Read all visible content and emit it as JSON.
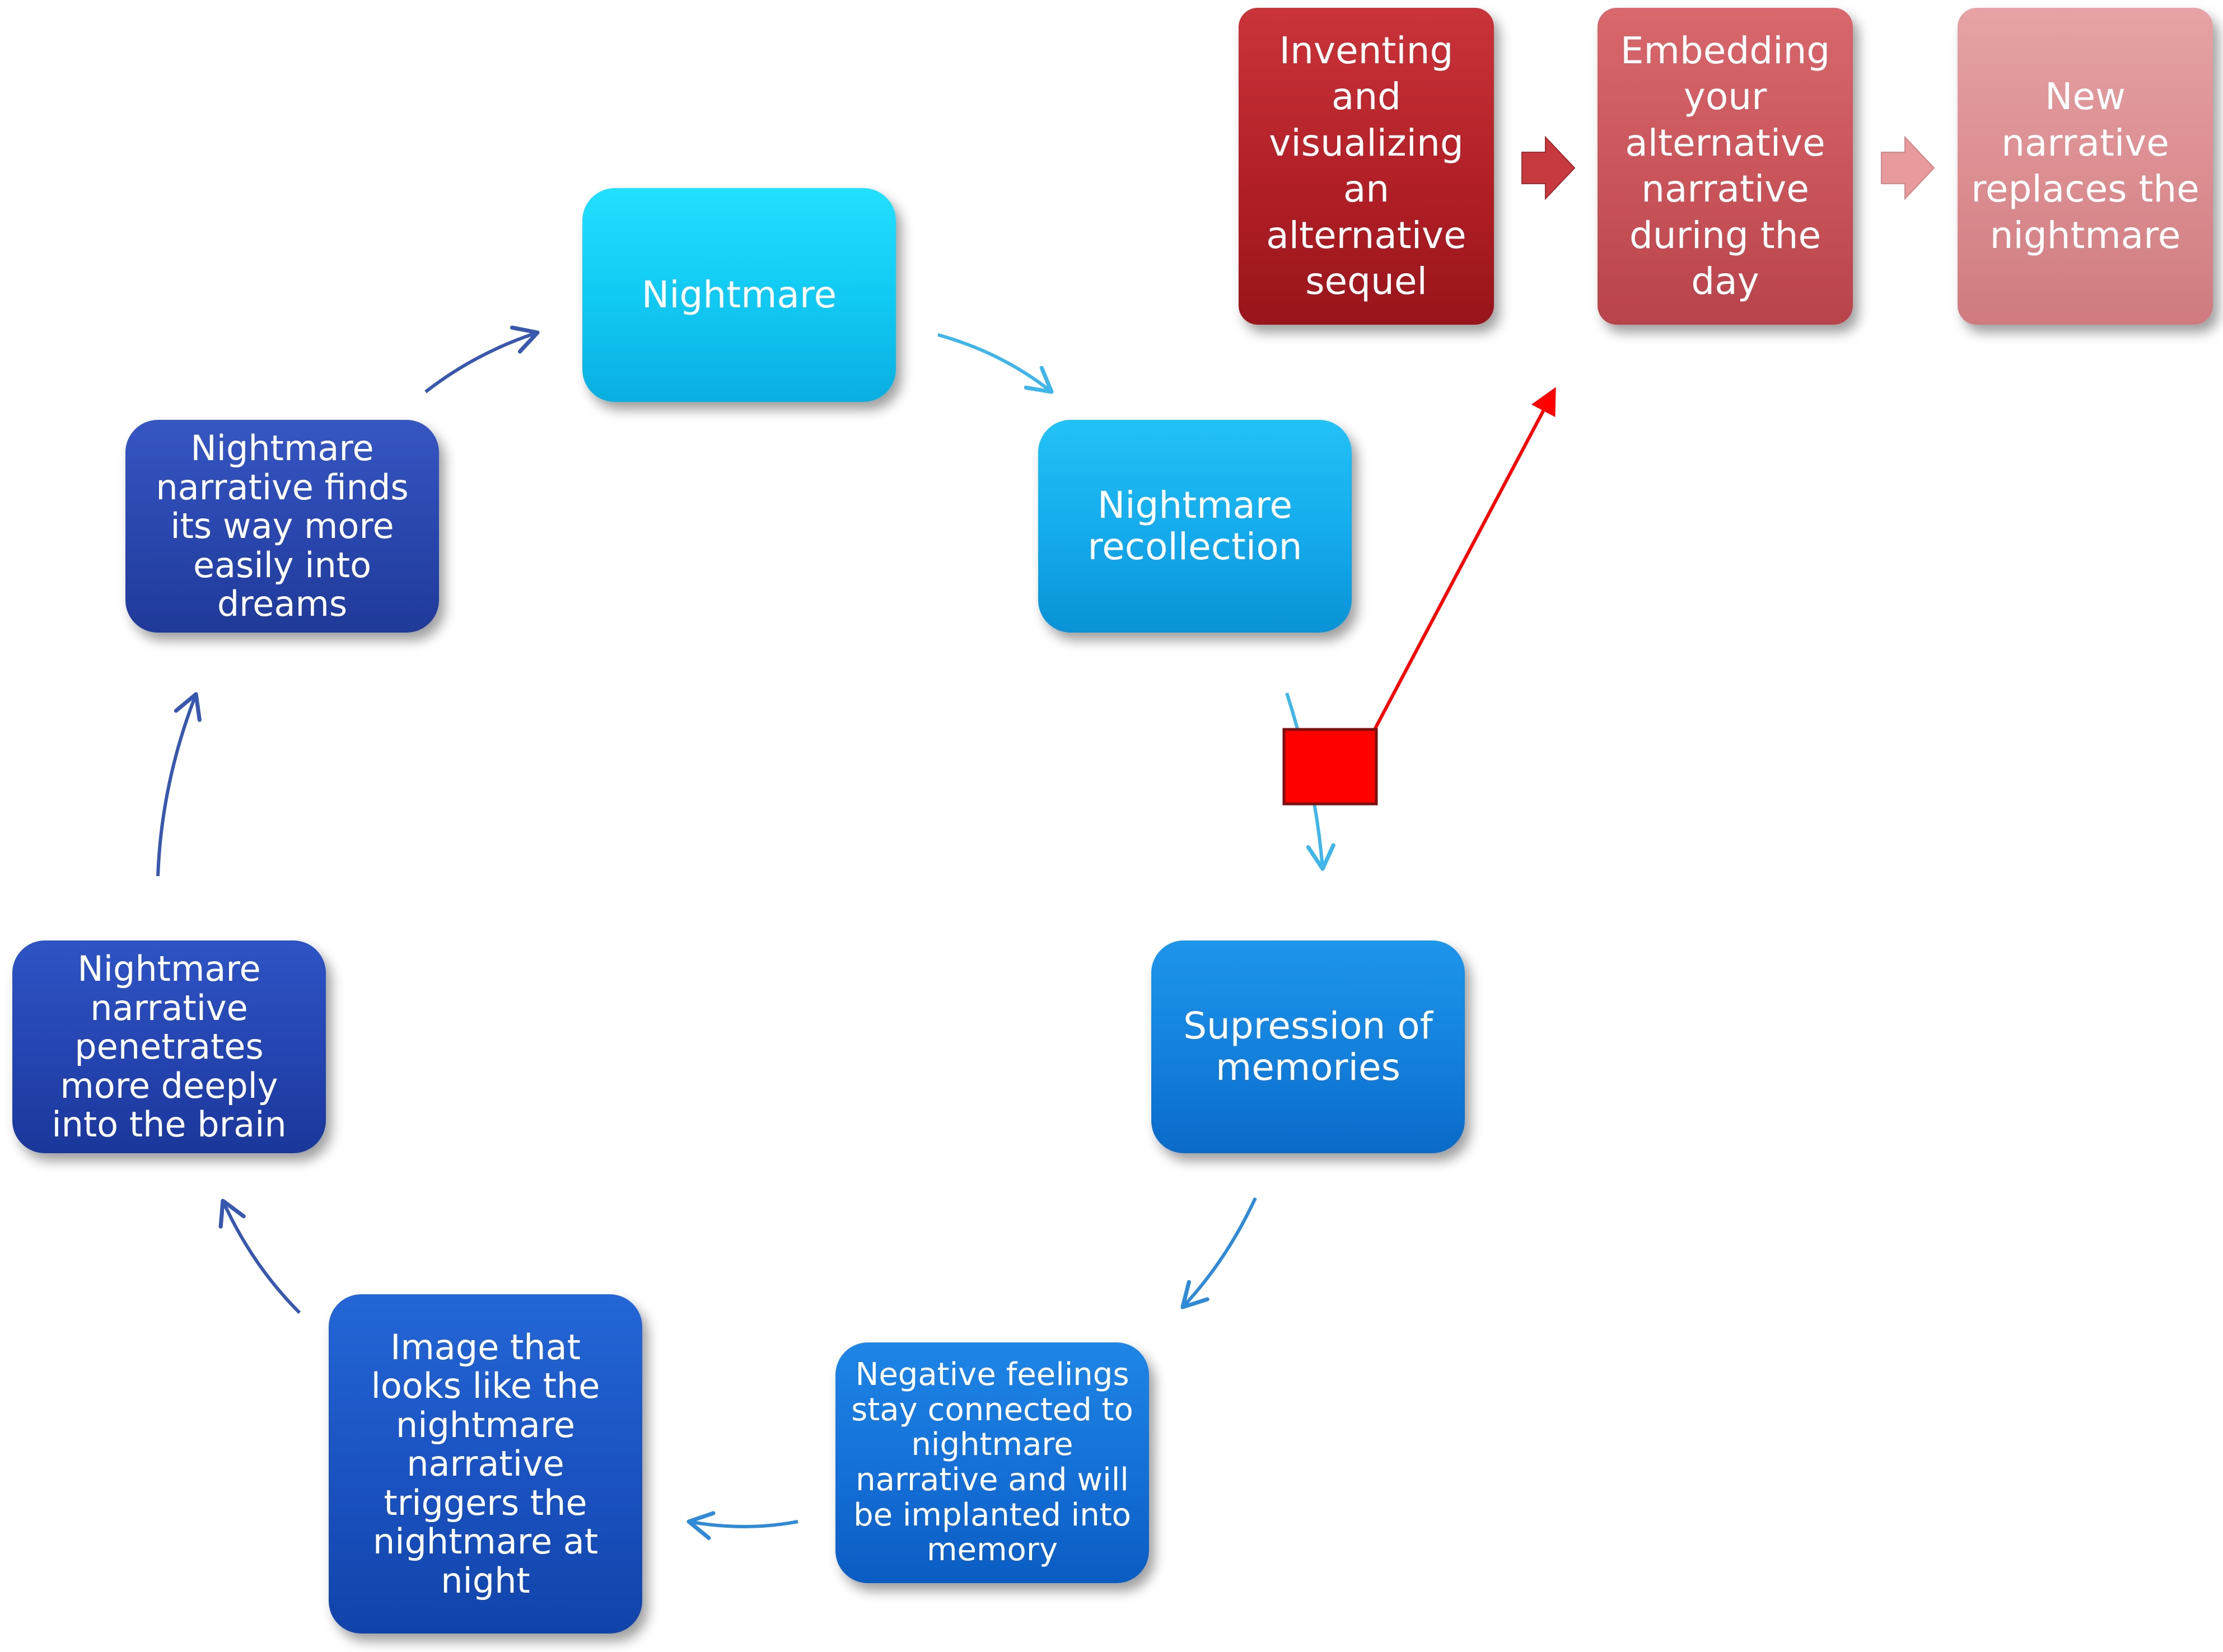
{
  "cycle": {
    "nightmare": "Nightmare",
    "recollection": "Nightmare recollection",
    "suppression": "Supression of memories",
    "negative_feelings": "Negative feelings stay connected to nightmare narrative and will be implanted into memory",
    "image_trigger": "Image that looks like the nightmare narrative triggers the nightmare at night",
    "penetrates": "Nightmare narrative penetrates more deeply into the brain",
    "finds_way": "Nightmare narrative finds its way more easily into dreams"
  },
  "therapy": {
    "step1": "Inventing and visualizing an alternative sequel",
    "step2": "Embedding your alternative narrative during the day",
    "step3": "New narrative replaces the nightmare"
  },
  "colors": {
    "cycle_arrow_light": "#3fb6ea",
    "cycle_arrow_dark": "#3858b0",
    "interrupt": "#ff0000",
    "therapy_arrow_1": "#c63a3f",
    "therapy_arrow_2": "#e69a9c"
  }
}
